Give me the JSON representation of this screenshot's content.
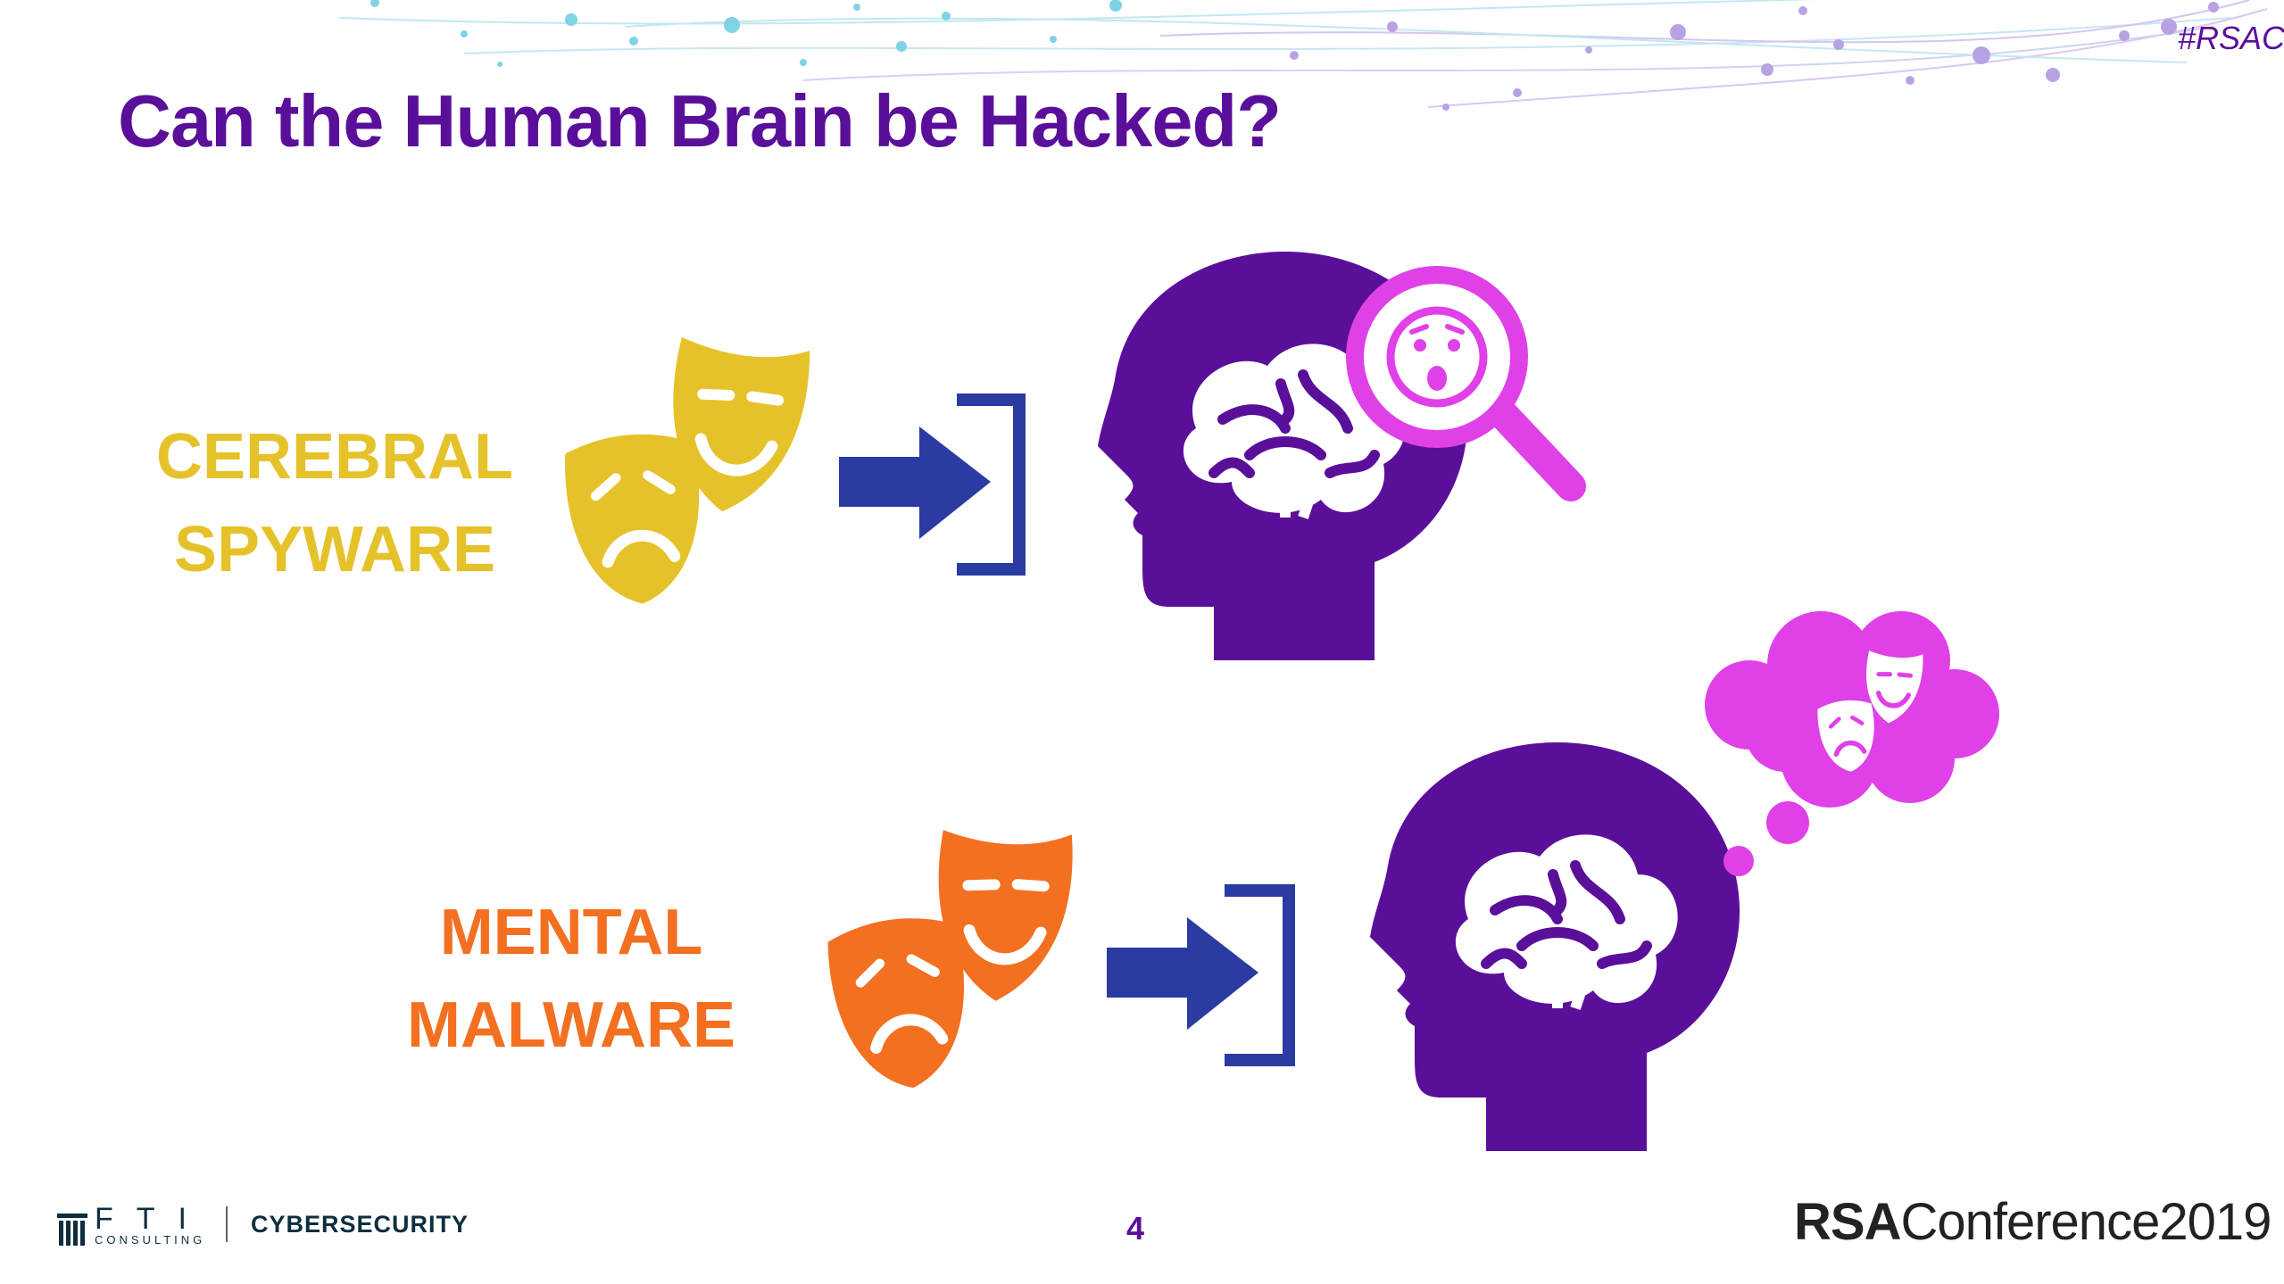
{
  "slide": {
    "title": "Can the Human Brain be Hacked?",
    "hashtag": "#RSAC",
    "page_number": "4"
  },
  "rows": [
    {
      "label_line1": "CEREBRAL",
      "label_line2": "SPYWARE",
      "color": "#e6c22a"
    },
    {
      "label_line1": "MENTAL",
      "label_line2": "MALWARE",
      "color": "#f37021"
    }
  ],
  "colors": {
    "title": "#5a0f9a",
    "head": "#5a0f9a",
    "arrow": "#2a3ba2",
    "magenta": "#e040e8",
    "decoration": [
      "#7fd3e6",
      "#a78bdc"
    ]
  },
  "icons": [
    "theater-masks-icon",
    "arrow-into-bracket-icon",
    "head-brain-icon",
    "magnifier-surprised-face-icon",
    "thought-cloud-masks-icon"
  ],
  "footer": {
    "logo_text": "FTI",
    "logo_sub": "CONSULTING",
    "division": "CYBERSECURITY",
    "event_bold": "RSA",
    "event_rest": "Conference2019"
  }
}
